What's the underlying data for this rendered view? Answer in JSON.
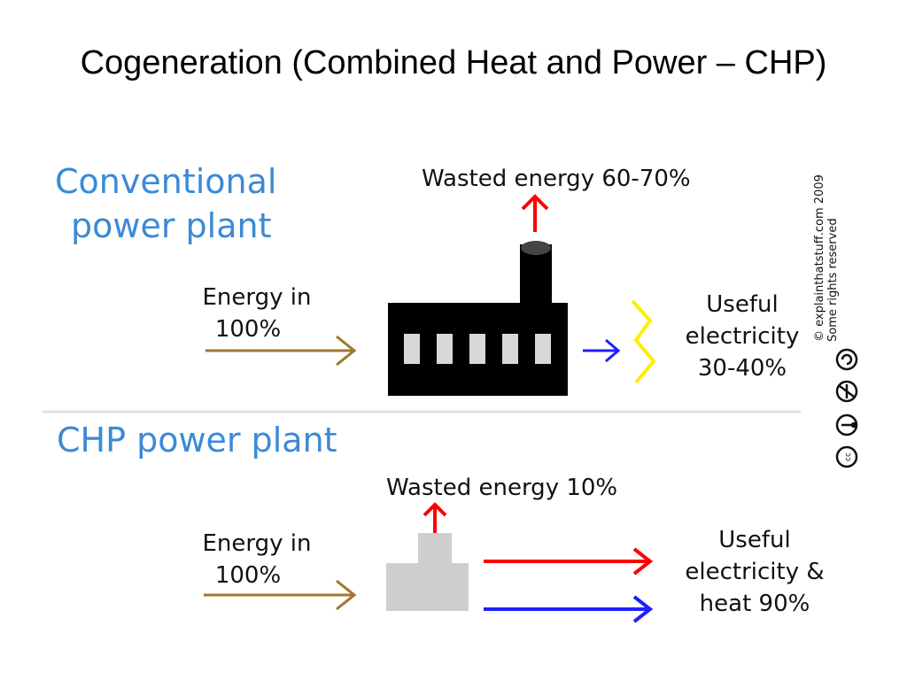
{
  "title": "Cogeneration (Combined Heat and Power – CHP)",
  "conventional": {
    "heading_line1": "Conventional",
    "heading_line2": "power plant",
    "wasted": "Wasted energy 60-70%",
    "energy_in_line1": "Energy in",
    "energy_in_line2": "100%",
    "useful_line1": "Useful",
    "useful_line2": "electricity",
    "useful_line3": "30-40%"
  },
  "chp": {
    "heading": "CHP power plant",
    "wasted": "Wasted energy 10%",
    "energy_in_line1": "Energy in",
    "energy_in_line2": "100%",
    "useful_line1": "Useful",
    "useful_line2": "electricity &",
    "useful_line3": "heat 90%"
  },
  "credit": {
    "line1": "© explainthatstuff.com 2009",
    "line2": "Some rights reserved"
  },
  "license_icons": [
    "cc-icon",
    "attribution-icon",
    "noncommercial-icon",
    "sharealike-icon"
  ],
  "colors": {
    "heading_blue": "#3a8ad6",
    "input_arrow": "#a0772e",
    "waste_arrow": "#ff0000",
    "electricity_arrow": "#1f1fff",
    "lightning": "#ffee00",
    "conventional_plant": "#000000",
    "chp_plant": "#cfcfcf"
  }
}
